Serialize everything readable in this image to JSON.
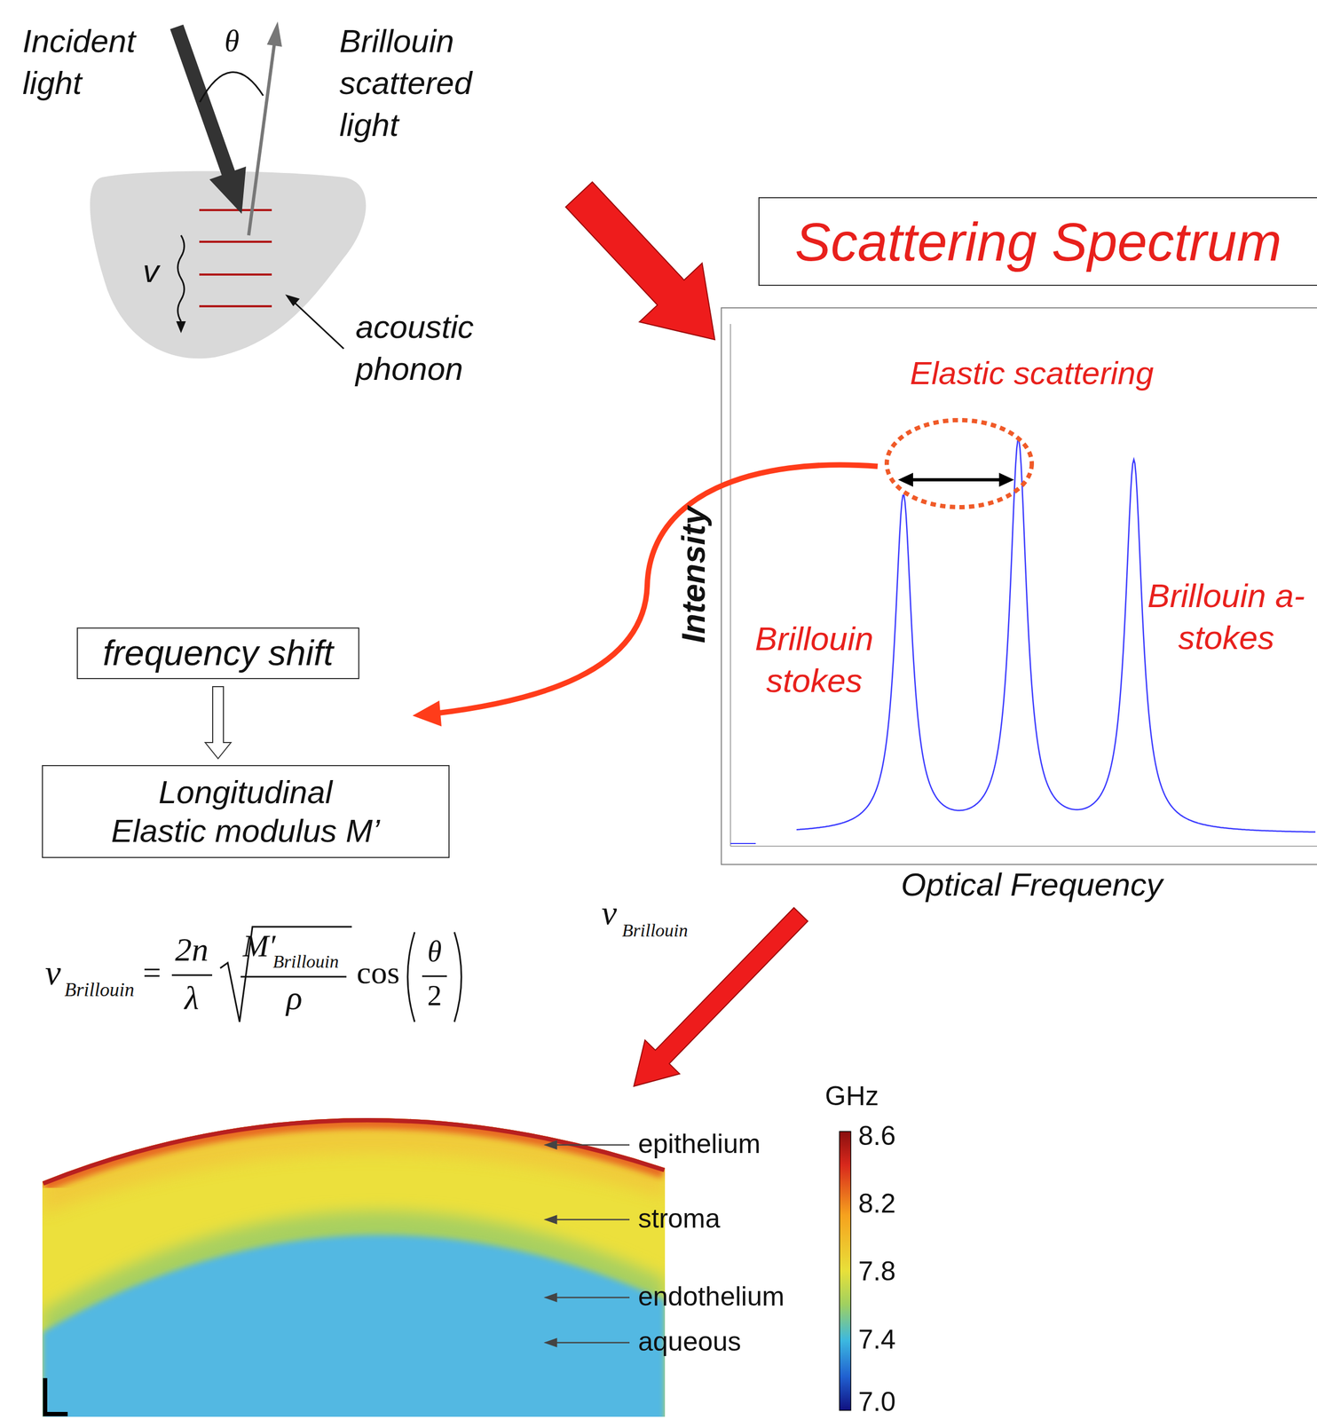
{
  "diagram": {
    "nodes": [
      {
        "text": [
          "Scattering Spectrum"
        ]
      },
      {
        "text": [
          "frequency shift"
        ]
      },
      {
        "text": [
          "Longitudinal Elastic modulus M’"
        ]
      }
    ],
    "edges": [
      {
        "from": 1,
        "to": 2,
        "arrow": "to"
      }
    ],
    "labels": [
      "Incident light",
      "θ",
      "Brillouin scattered light",
      "v",
      "acoustic phonon",
      "Elastic scattering",
      "Intensity",
      "Brillouin stokes",
      "Brillouin a-stokes",
      "Optical Frequency",
      "ν",
      "Brillouin",
      "ν",
      "Brillouin",
      "=",
      "2n",
      "λ",
      "M′",
      "Brillouin",
      "ρ",
      "cos",
      "θ",
      "2",
      "epithelium",
      "stroma",
      "endothelium",
      "aqueous",
      "GHz",
      "8.6",
      "8.2",
      "7.8",
      "7.4",
      "7.0"
    ]
  }
}
